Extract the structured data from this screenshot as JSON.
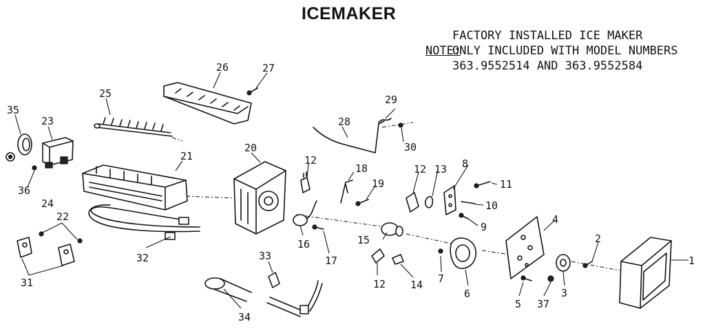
{
  "title": "ICEMAKER",
  "note": {
    "label": "NOTE:",
    "lines": [
      "FACTORY INSTALLED ICE MAKER",
      "ONLY INCLUDED WITH MODEL NUMBERS",
      "363.9552514 AND 363.9552584"
    ]
  },
  "callouts": {
    "p1": "1",
    "p2": "2",
    "p3": "3",
    "p4": "4",
    "p5": "5",
    "p6": "6",
    "p7": "7",
    "p8": "8",
    "p9": "9",
    "p10": "10",
    "p11": "11",
    "p12a": "12",
    "p12b": "12",
    "p12c": "12",
    "p13": "13",
    "p14": "14",
    "p15": "15",
    "p16": "16",
    "p17": "17",
    "p18": "18",
    "p19": "19",
    "p20": "20",
    "p21": "21",
    "p22": "22",
    "p23": "23",
    "p24": "24",
    "p25": "25",
    "p26": "26",
    "p27": "27",
    "p28": "28",
    "p29": "29",
    "p30": "30",
    "p31": "31",
    "p32": "32",
    "p33": "33",
    "p34": "34",
    "p35": "35",
    "p36": "36",
    "p37": "37"
  }
}
